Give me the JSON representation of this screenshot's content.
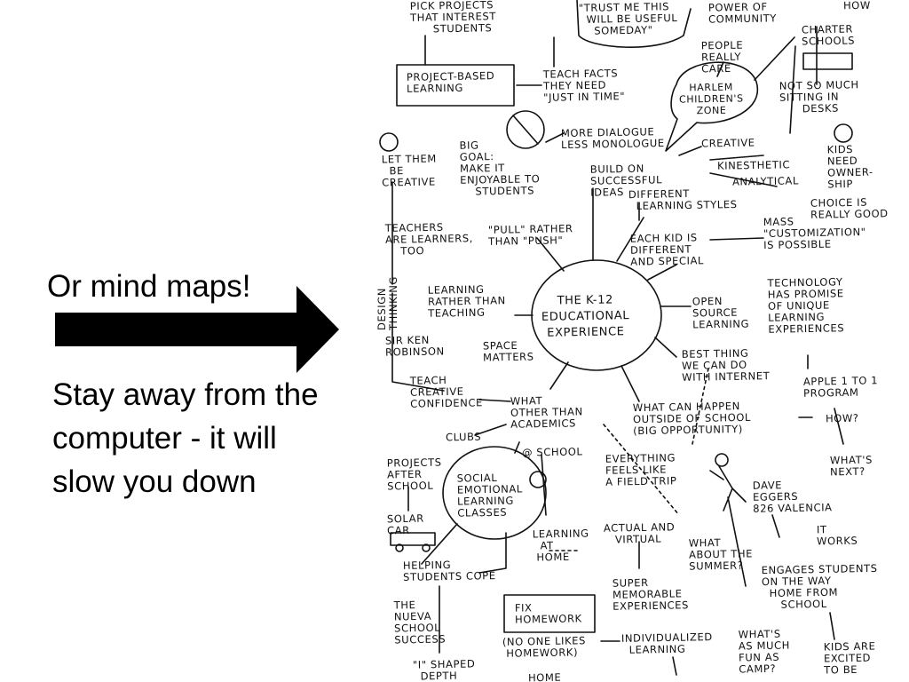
{
  "slide": {
    "title": "Or mind maps!",
    "body": "Stay away from the computer - it will slow you down",
    "arrow_color": "#000000"
  },
  "mindmap": {
    "center": "THE K-12\nEDUCATIONAL\nEXPERIENCE",
    "nodes": {
      "pick_projects": "PICK PROJECTS\nTHAT INTEREST\n      STUDENTS",
      "trust_me": "\"TRUST ME THIS\n  WILL BE USEFUL\n    SOMEDAY\"",
      "power_community": "POWER OF\nCOMMUNITY",
      "how_top": "HOW",
      "charter": "CHARTER\nSCHOOLS",
      "project_based": "PROJECT-BASED\nLEARNING",
      "teach_facts": "TEACH FACTS\nTHEY NEED\n\"JUST IN TIME\"",
      "people_care": "PEOPLE\nREALLY\nCARE",
      "harlem": "HARLEM\nCHILDREN'S\nZONE",
      "not_so_much": "NOT SO MUCH\nSITTING IN\n      DESKS",
      "more_dialogue": "MORE DIALOGUE\nLESS MONOLOGUE",
      "creative": "CREATIVE",
      "kinesthetic": "KINESTHETIC",
      "analytical": "ANALYTICAL",
      "kids_ownership": "KIDS\nNEED\nOWNER-\nSHIP",
      "choice_good": "CHOICE IS\nREALLY GOOD",
      "let_them": "LET THEM\n  BE\nCREATIVE",
      "big_goal": "BIG\nGOAL:\nMAKE IT\nENJOYABLE TO\n    STUDENTS",
      "build_on": "BUILD ON\nSUCCESSFUL\nIDEAS",
      "different_styles": "DIFFERENT\n  LEARNING STYLES",
      "teachers_learners": "TEACHERS\nARE LEARNERS,\n    TOO",
      "pull_push": "\"PULL\" RATHER\nTHAN \"PUSH\"",
      "each_kid": "EACH KID IS\nDIFFERENT\nAND SPECIAL",
      "mass_customization": "MASS\n\"CUSTOMIZATION\"\nIS POSSIBLE",
      "design_thinking": "DESIGN\nTHINKING",
      "learning_rather": "LEARNING\nRATHER THAN\nTEACHING",
      "open_source": "OPEN\nSOURCE\nLEARNING",
      "technology": "TECHNOLOGY\nHAS PROMISE\nOF UNIQUE\nLEARNING\nEXPERIENCES",
      "sir_ken": "SIR KEN\nROBINSON",
      "space_matters": "SPACE\nMATTERS",
      "best_thing": "BEST THING\nWE CAN DO\nWITH INTERNET",
      "apple": "APPLE 1 TO 1\nPROGRAM",
      "teach_confidence": "TEACH\nCREATIVE\nCONFIDENCE",
      "what_other": "WHAT\nOTHER THAN\nACADEMICS",
      "what_happen": "WHAT CAN HAPPEN\nOUTSIDE OF SCHOOL\n(BIG OPPORTUNITY)",
      "how_q": "HOW?",
      "clubs": "CLUBS",
      "at_school": "@ SCHOOL",
      "everything_trip": "EVERYTHING\nFEELS LIKE\nA FIELD TRIP",
      "whats_next": "WHAT'S\nNEXT?",
      "projects_after": "PROJECTS\nAFTER\nSCHOOL",
      "social_emotional": "SOCIAL\nEMOTIONAL\nLEARNING\nCLASSES",
      "dave_eggers": "DAVE\nEGGERS\n826 VALENCIA",
      "it_works": "IT\nWORKS",
      "solar_car": "SOLAR\nCAR",
      "actual_virtual": "ACTUAL AND\n   VIRTUAL",
      "learning_home": "LEARNING\n  AT\n HOME",
      "what_summer": "WHAT\nABOUT THE\nSUMMER?",
      "engages": "ENGAGES STUDENTS\nON THE WAY\n  HOME FROM\n     SCHOOL",
      "helping": "HELPING\nSTUDENTS COPE",
      "super_memorable": "SUPER\nMEMORABLE\nEXPERIENCES",
      "nueva": "THE\nNUEVA\nSCHOOL\nSUCCESS",
      "fix_homework": "FIX\nHOMEWORK",
      "no_one_likes": "(NO ONE LIKES\n HOMEWORK)",
      "individualized": "INDIVIDUALIZED\n  LEARNING",
      "whats_fun": "WHAT'S\nAS MUCH\nFUN AS\nCAMP?",
      "kids_excited": "KIDS ARE\nEXCITED\nTO BE",
      "i_shaped": "\"I\" SHAPED\n  DEPTH",
      "home_bottom": "HOME"
    }
  }
}
